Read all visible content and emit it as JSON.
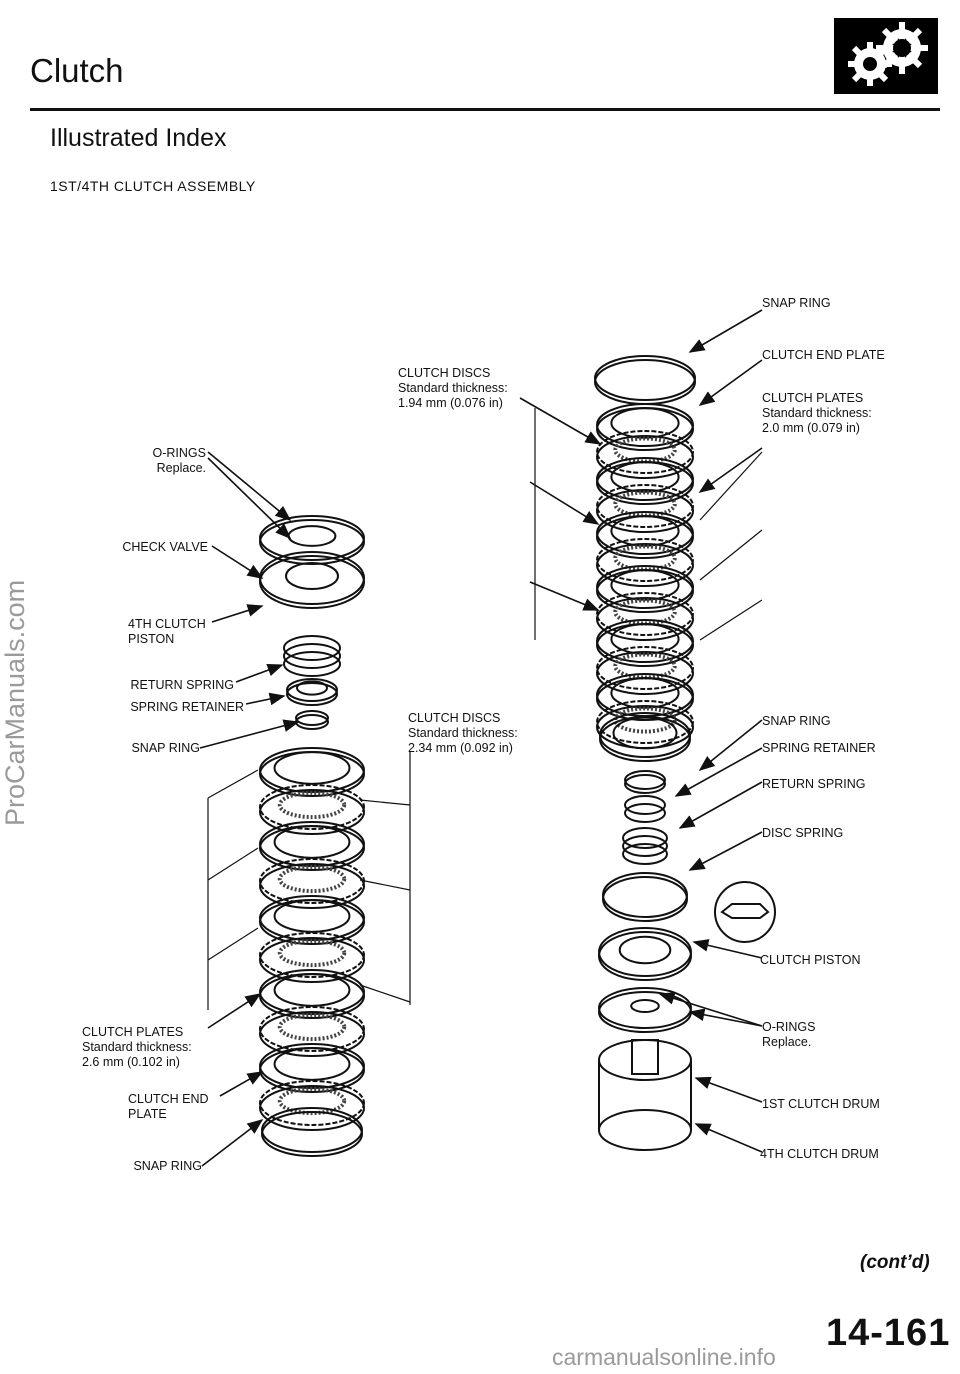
{
  "header": {
    "title": "Clutch",
    "subtitle": "Illustrated Index",
    "assembly": "1ST/4TH CLUTCH ASSEMBLY",
    "logo_icon": "gears-icon"
  },
  "watermark": "ProCarManuals.com",
  "labels_left": {
    "o_rings": "O-RINGS\nReplace.",
    "check_valve": "CHECK  VALVE",
    "piston_4th": "4TH CLUTCH\nPISTON",
    "return_spring": "RETURN SPRING",
    "spring_retainer": "SPRING RETAINER",
    "snap_ring": "SNAP  RING",
    "clutch_plates": "CLUTCH PLATES\nStandard thickness:\n2.6 mm  (0.102 in)",
    "clutch_end_plate": "CLUTCH END\nPLATE",
    "snap_ring_bottom": "SNAP  RING"
  },
  "labels_center": {
    "clutch_discs_top": "CLUTCH DISCS\nStandard  thickness:\n1.94 mm  (0.076 in)",
    "clutch_discs_mid": "CLUTCH DISCS\nStandard thickness:\n2.34 mm  (0.092 in)"
  },
  "labels_right": {
    "snap_ring_top": "SNAP  RING",
    "clutch_end_plate": "CLUTCH END PLATE",
    "clutch_plates": "CLUTCH PLATES\nStandard  thickness:\n2.0 mm  (0.079 in)",
    "snap_ring": "SNAP  RING",
    "spring_retainer": "SPRING RETAINER",
    "return_spring": "RETURN SPRING",
    "disc_spring": "DISC SPRING",
    "clutch_piston": "CLUTCH  PISTON",
    "o_rings": "O-RINGS\nReplace.",
    "drum_1st": "1ST CLUTCH  DRUM",
    "drum_4th": "4TH CLUTCH  DRUM"
  },
  "footer": {
    "contd": "(cont’d)",
    "page_number": "14-161",
    "source": "carmanualsonline.info"
  }
}
